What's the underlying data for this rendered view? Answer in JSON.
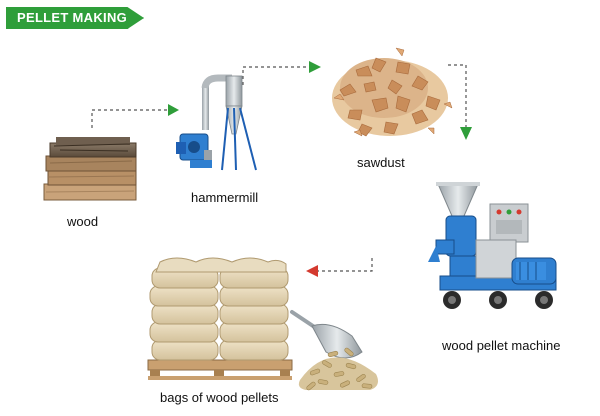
{
  "title": "PELLET MAKING",
  "steps": [
    {
      "label": "wood",
      "icon": "wood-stack-icon"
    },
    {
      "label": "hammermill",
      "icon": "hammermill-icon"
    },
    {
      "label": "sawdust",
      "icon": "sawdust-pile-icon"
    },
    {
      "label": "wood pellet machine",
      "icon": "pellet-machine-icon"
    },
    {
      "label": "bags of wood pellets",
      "icon": "pellet-bags-icon"
    }
  ],
  "colors": {
    "banner": "#2f9e3a",
    "arrow_green": "#2f9e3a",
    "arrow_red": "#d43a2f",
    "machine_blue": "#2f7fd0"
  }
}
